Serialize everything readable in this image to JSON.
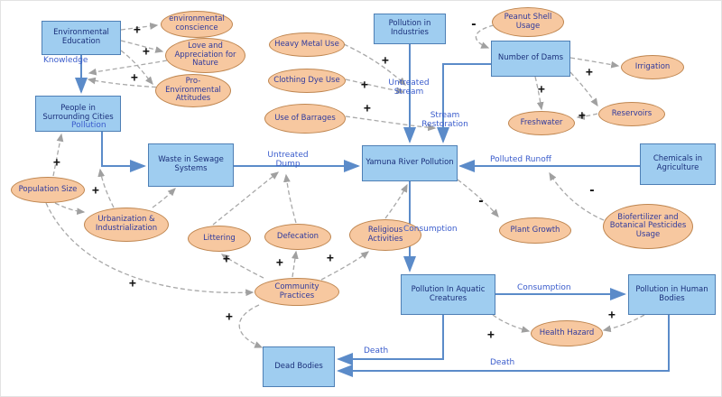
{
  "colors": {
    "box_fill": "#9fcdf0",
    "box_border": "#4e7fb5",
    "ellipse_fill": "#f7c8a0",
    "ellipse_border": "#bf8650",
    "solid_edge": "#5b8bc9",
    "dashed_edge": "#a8a8a8",
    "edge_label_text": "#3a5ccc"
  },
  "boxes": [
    {
      "label": "Environmental Education"
    },
    {
      "label": "Pollution in Industries"
    },
    {
      "label": "Number of Dams"
    },
    {
      "label": "People in Surrounding Cities"
    },
    {
      "label": "Waste in Sewage Systems"
    },
    {
      "label": "Yamuna River Pollution"
    },
    {
      "label": "Chemicals in Agriculture"
    },
    {
      "label": "Pollution In Aquatic Creatures"
    },
    {
      "label": "Pollution in Human Bodies"
    },
    {
      "label": "Dead Bodies"
    }
  ],
  "ellipses": [
    {
      "label": "environmental conscience"
    },
    {
      "label": "Love and Appreciation for Nature"
    },
    {
      "label": "Pro-Environmental Attitudes"
    },
    {
      "label": "Heavy Metal Use"
    },
    {
      "label": "Clothing Dye Use"
    },
    {
      "label": "Use of Barrages"
    },
    {
      "label": "Peanut Shell Usage"
    },
    {
      "label": "Irrigation"
    },
    {
      "label": "Freshwater"
    },
    {
      "label": "Reservoirs"
    },
    {
      "label": "Population Size"
    },
    {
      "label": "Urbanization & Industrialization"
    },
    {
      "label": "Littering"
    },
    {
      "label": "Defecation"
    },
    {
      "label": "Religious Activities"
    },
    {
      "label": "Plant Growth"
    },
    {
      "label": "Biofertilizer and Botanical Pesticides Usage"
    },
    {
      "label": "Community Practices"
    },
    {
      "label": "Health Hazard"
    }
  ],
  "edge_labels": [
    {
      "text": "Knowledge"
    },
    {
      "text": "Pollution"
    },
    {
      "text": "Untreated Stream"
    },
    {
      "text": "Stream Restoration"
    },
    {
      "text": "Untreated Dump"
    },
    {
      "text": "Polluted Runoff"
    },
    {
      "text": "Consumption"
    },
    {
      "text": "Consumption"
    },
    {
      "text": "Death"
    },
    {
      "text": "Death"
    }
  ],
  "signs": [
    {
      "sign": "+"
    },
    {
      "sign": "+"
    },
    {
      "sign": "+"
    },
    {
      "sign": "+"
    },
    {
      "sign": "+"
    },
    {
      "sign": "+"
    },
    {
      "sign": "-"
    },
    {
      "sign": "+"
    },
    {
      "sign": "+"
    },
    {
      "sign": "+"
    },
    {
      "sign": "+"
    },
    {
      "sign": "+"
    },
    {
      "sign": "-"
    },
    {
      "sign": "-"
    },
    {
      "sign": "+"
    },
    {
      "sign": "+"
    },
    {
      "sign": "+"
    },
    {
      "sign": "+"
    },
    {
      "sign": "+"
    },
    {
      "sign": "+"
    },
    {
      "sign": "+"
    }
  ]
}
